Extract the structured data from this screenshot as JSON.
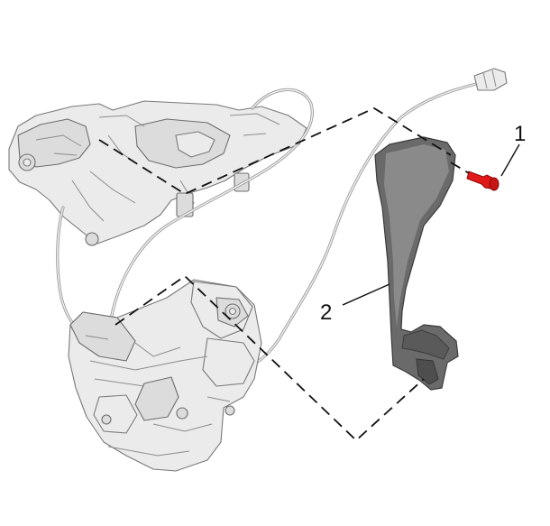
{
  "callouts": [
    {
      "number": "1",
      "part": "screw"
    },
    {
      "number": "2",
      "part": "cover"
    }
  ],
  "colors": {
    "highlight": "#e01818",
    "part_dark": "#505050",
    "part_light": "#ebebeb",
    "outline": "#7a7a7a"
  }
}
